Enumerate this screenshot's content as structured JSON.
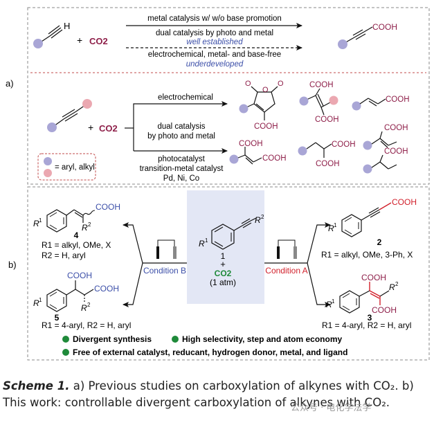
{
  "panel_a": {
    "label": "a)",
    "top_reaction": {
      "h_label": "H",
      "plus": "+",
      "co2": "CO2",
      "cond1": "metal catalysis w/ w/o base promotion",
      "cond2": "dual catalysis by photo and metal",
      "status_established": "well established",
      "cond3": "electrochemical, metal- and base-free",
      "status_underdeveloped": "underdeveloped",
      "product_cooh": "COOH"
    },
    "bottom_reaction": {
      "plus": "+",
      "co2": "CO2",
      "legend_text": "= aryl, alkyl",
      "branch_electro": "electrochemical",
      "branch_dual_1": "dual catalysis",
      "branch_dual_2": "by photo and metal",
      "branch_photo": "photocatalyst",
      "branch_tm": "transition-metal catalyst",
      "branch_metals": "Pd, Ni, Co",
      "cooh": "COOH",
      "o": "O"
    }
  },
  "panel_b": {
    "label": "b)",
    "center_r2": "R",
    "center_r1": "R",
    "compound_1": "1",
    "plus": "+",
    "co2": "CO2",
    "pressure": "(1 atm)",
    "condition_a": "Condition A",
    "condition_b": "Condition B",
    "p2_number": "2",
    "p2_desc": "R1 = alkyl, OMe, 3-Ph, X",
    "p3_number": "3",
    "p3_desc": "R1 = 4-aryl, R2 = H, aryl",
    "p4_number": "4",
    "p4_desc1": "R1 = alkyl, OMe, X",
    "p4_desc2": "R2 = H, aryl",
    "p5_number": "5",
    "p5_desc": "R1 = 4-aryl, R2 = H, aryl",
    "cooh": "COOH",
    "bullet1": "Divergent synthesis",
    "bullet2": "High  selectivity, step and atom economy",
    "bullet3": "Free of external catalyst, reducant, hydrogen donor,  metal, and ligand"
  },
  "caption": {
    "scheme": "Scheme 1.",
    "text": " a) Previous studies on carboxylation of alkynes with CO₂. b) This work: controllable divergent carboxylation of alkynes with CO₂."
  },
  "watermark": "公众号 · 电化学法学",
  "colors": {
    "purple_dot": "#a9a6d6",
    "pink_dot": "#eba8b1",
    "cooh": "#8e1f49",
    "blue_text": "#3b4ea8",
    "condition_a": "#d11f2a",
    "green": "#1f8a3a",
    "center_bg": "#e3e7f5"
  }
}
